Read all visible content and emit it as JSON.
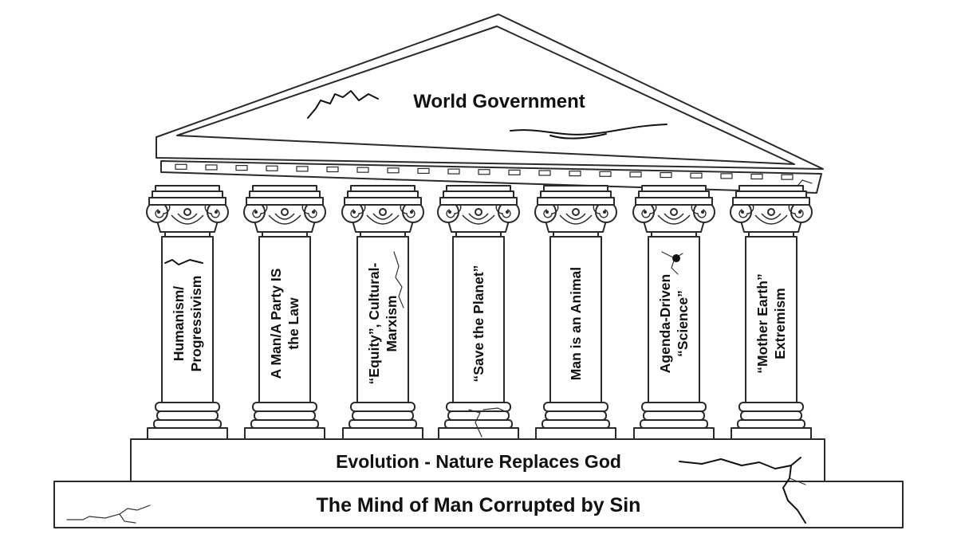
{
  "roof": {
    "title": "World Government"
  },
  "pillars": [
    {
      "lines": [
        "Humanism/",
        "Progressivism"
      ]
    },
    {
      "lines": [
        "A Man/A Party IS",
        "the Law"
      ]
    },
    {
      "lines": [
        "“Equity”, Cultural-",
        "Marxism"
      ]
    },
    {
      "lines": [
        "“Save the Planet”"
      ]
    },
    {
      "lines": [
        "Man is an Animal"
      ]
    },
    {
      "lines": [
        "Agenda-Driven",
        "“Science”"
      ]
    },
    {
      "lines": [
        "“Mother Earth”",
        "Extremism"
      ]
    }
  ],
  "foundation": {
    "upper": "Evolution - Nature Replaces God",
    "lower": "The Mind of Man Corrupted by Sin"
  }
}
